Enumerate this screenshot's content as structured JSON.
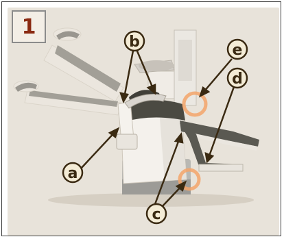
{
  "figure": {
    "number": "1",
    "callouts": [
      {
        "id": "a",
        "label": "a"
      },
      {
        "id": "b",
        "label": "b"
      },
      {
        "id": "c",
        "label": "c"
      },
      {
        "id": "d",
        "label": "d"
      },
      {
        "id": "e",
        "label": "e"
      }
    ]
  },
  "colors": {
    "background": "#e8e3da",
    "badge_number": "#8a2a12",
    "callout_outline": "#3a2a12",
    "callout_fill": "#f4ecd6",
    "highlight_ring": "#f3a56a",
    "upholstery": "#4b4a42"
  }
}
